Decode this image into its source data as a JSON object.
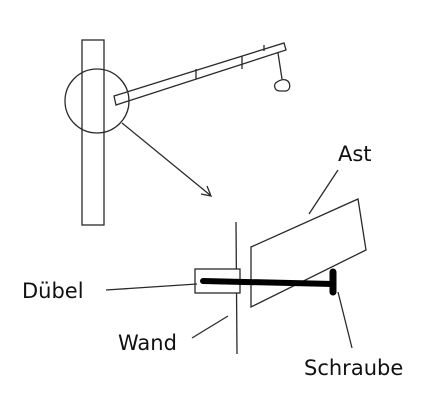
{
  "labels": {
    "branch": "Ast",
    "dowel": "Dübel",
    "wall": "Wand",
    "screw": "Schraube"
  },
  "colors": {
    "stroke": "#2a2a2a",
    "screw": "#000000",
    "text": "#111111"
  }
}
